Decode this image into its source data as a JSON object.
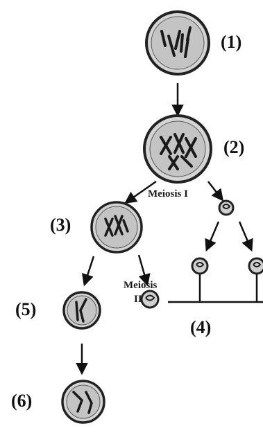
{
  "labels": {
    "stage1": "(1)",
    "stage2": "(2)",
    "stage3": "(3)",
    "stage4": "(4)",
    "stage5": "(5)",
    "stage6": "(6)",
    "meiosis_1": "Meiosis I",
    "meiosis_2_word": "Meiosis",
    "meiosis_2_numeral": "II"
  },
  "colors": {
    "cell_fill": "#c9c9c9",
    "cell_stroke": "#222222",
    "chromosome": "#1a1a1a",
    "arrow": "#111111"
  }
}
